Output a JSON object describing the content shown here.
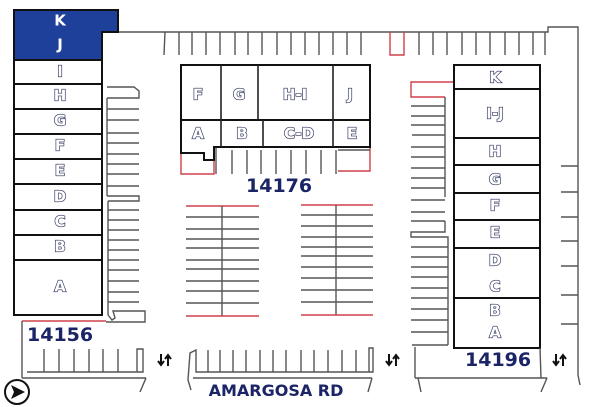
{
  "map": {
    "highlight_color": "#1e3f9a",
    "label_color": "#1a2466",
    "stall_line_color": "#555555",
    "red_curb_color": "#d0404a"
  },
  "buildings": {
    "b14156": {
      "number": "14156",
      "units": [
        "K",
        "J",
        "I",
        "H",
        "G",
        "F",
        "E",
        "D",
        "C",
        "B",
        "A"
      ],
      "highlighted_units": [
        "K",
        "J"
      ]
    },
    "b14176": {
      "number": "14176",
      "top_units": [
        "F",
        "G",
        "H-I",
        "J"
      ],
      "bottom_units": [
        "A",
        "B",
        "C-D",
        "E"
      ]
    },
    "b14196": {
      "number": "14196",
      "units": [
        "K",
        "I-J",
        "H",
        "G",
        "F",
        "E",
        "D",
        "C",
        "B",
        "A"
      ]
    }
  },
  "road": {
    "name": "AMARGOSA RD"
  },
  "icons": {
    "two_way_arrow": "⇅",
    "direction_pointer": "▶"
  }
}
